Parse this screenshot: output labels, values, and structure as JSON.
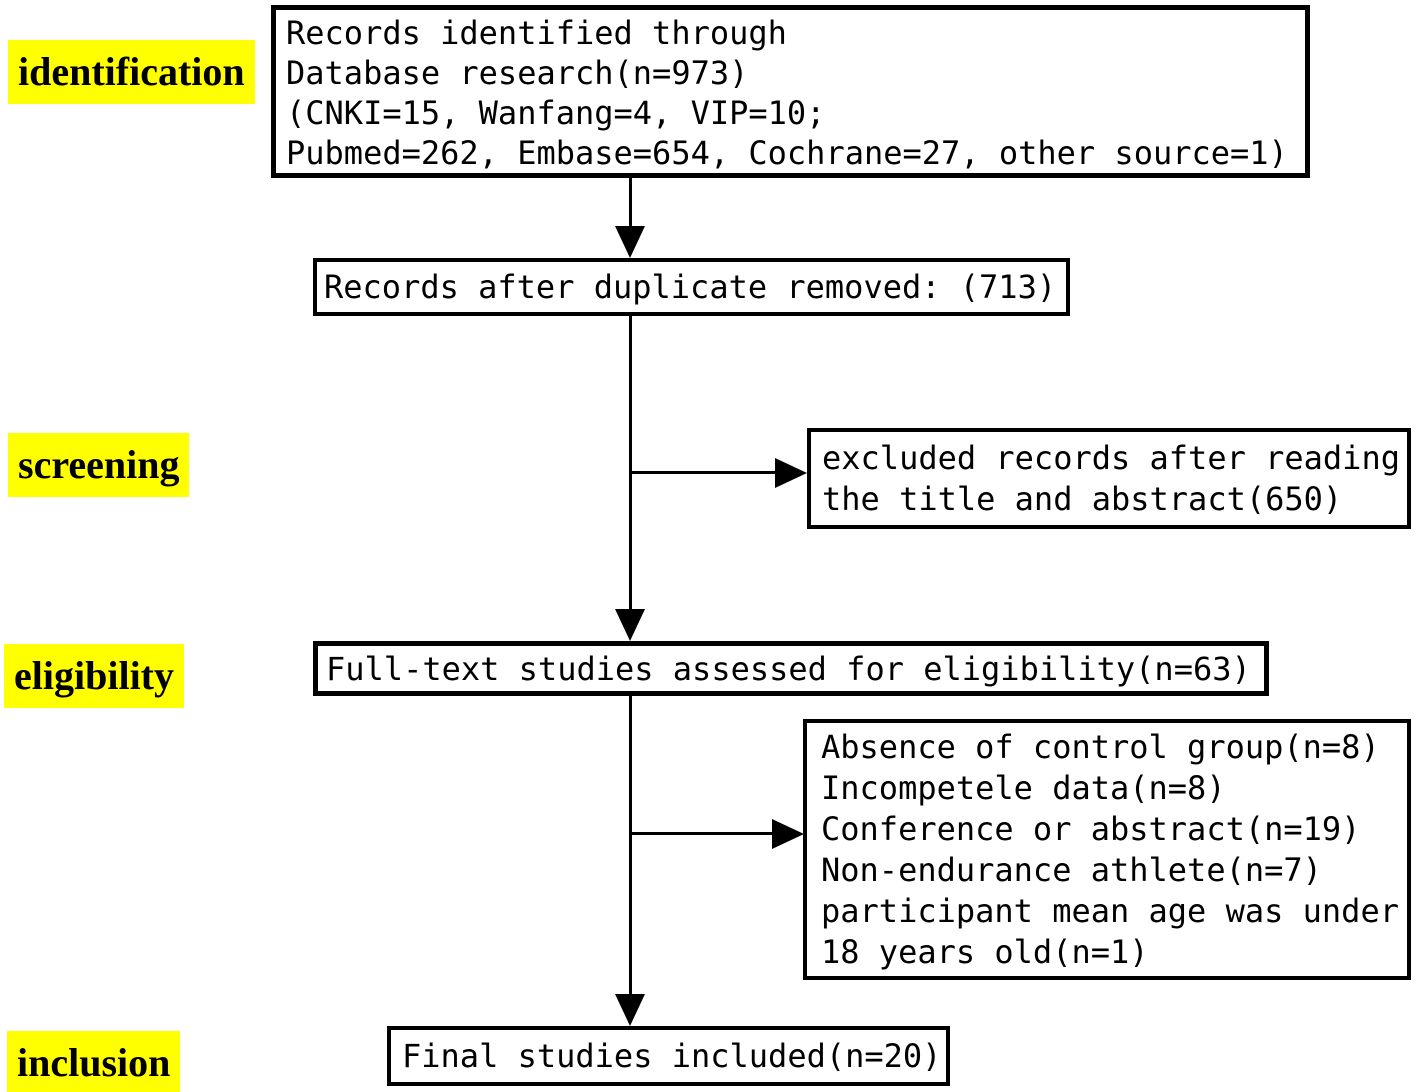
{
  "diagram": {
    "title": "study selection flow diagram",
    "colors": {
      "highlight": "#ffff00",
      "line": "#000000",
      "background": "#ffffff",
      "text": "#000000"
    },
    "stages": [
      {
        "label": "identification"
      },
      {
        "label": "screening"
      },
      {
        "label": "eligibility"
      },
      {
        "label": "inclusion"
      }
    ],
    "boxes": {
      "identified": {
        "lines": [
          "Records identified through",
          "Database research(n=973)",
          "(CNKI=15, Wanfang=4, VIP=10;",
          "Pubmed=262, Embase=654, Cochrane=27, other source=1)"
        ]
      },
      "deduplicated": {
        "text": "Records after duplicate removed: (713)"
      },
      "excluded_screening": {
        "lines": [
          "excluded records after reading",
          "the title and abstract(650)"
        ]
      },
      "fulltext": {
        "text": "Full-text studies assessed for eligibility(n=63)"
      },
      "excluded_eligibility": {
        "lines": [
          "Absence of control group(n=8)",
          "Incompetele data(n=8)",
          "Conference or abstract(n=19)",
          "Non-endurance athlete(n=7)",
          "participant mean age was under",
          "18 years old(n=1)"
        ]
      },
      "final": {
        "text": "Final studies included(n=20)"
      }
    }
  }
}
